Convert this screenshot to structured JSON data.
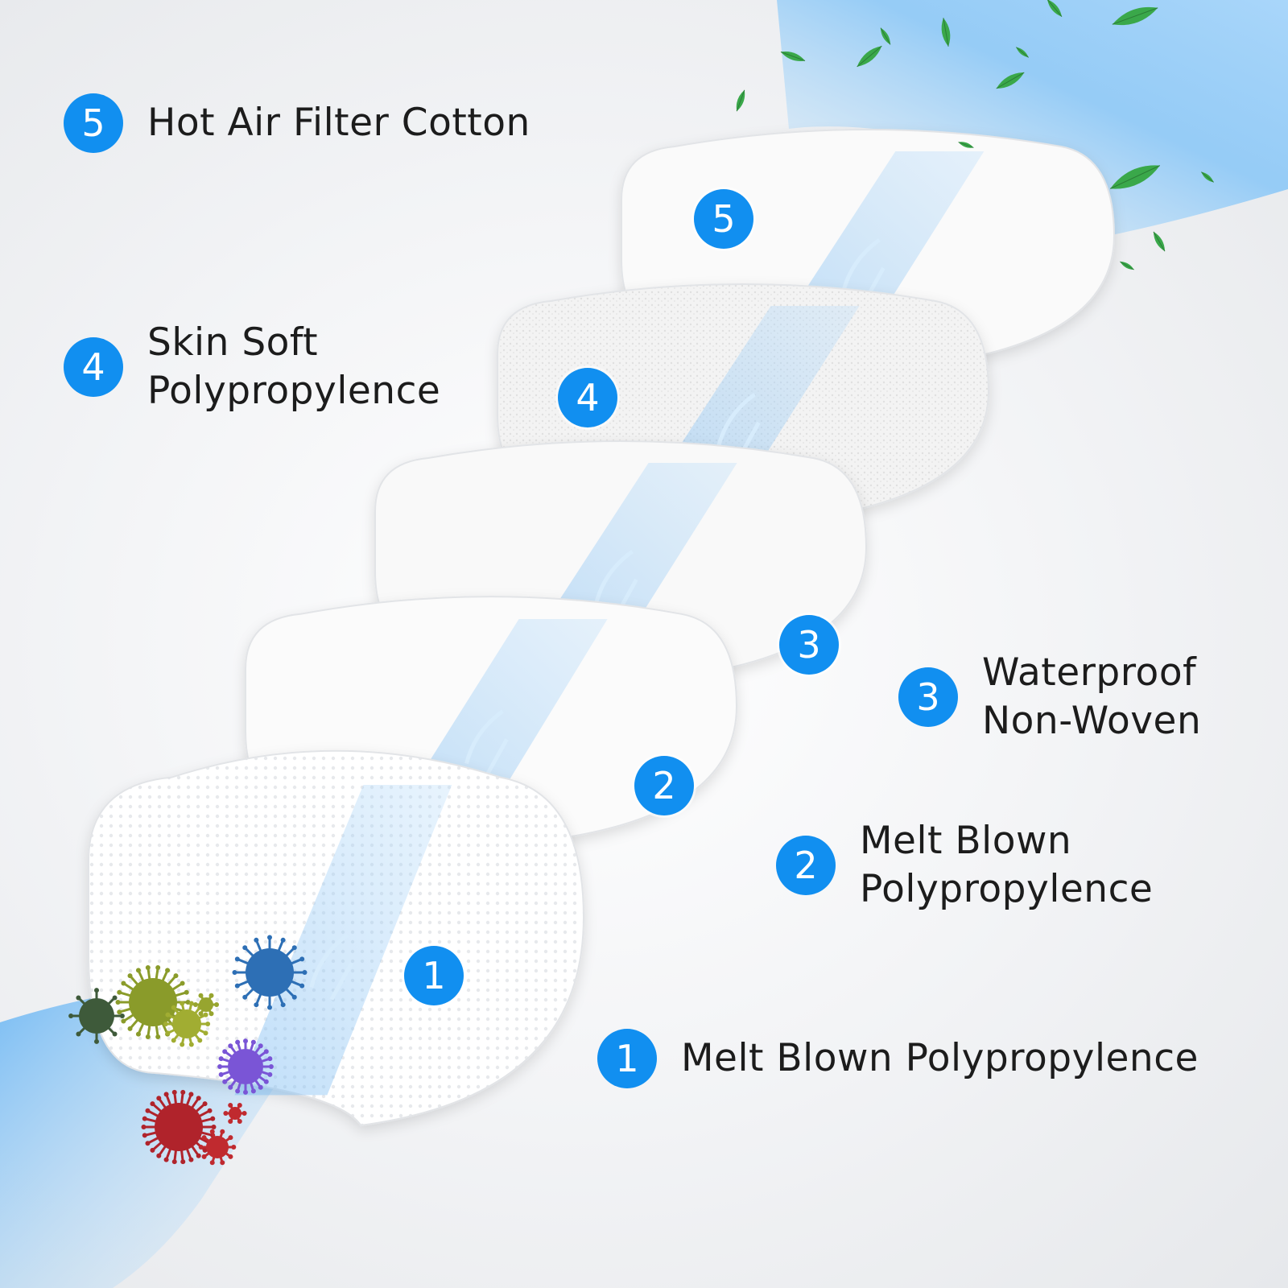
{
  "labels": [
    {
      "number": "5",
      "lines": [
        "Hot Air Filter Cotton"
      ]
    },
    {
      "number": "4",
      "lines": [
        "Skin Soft",
        "Polypropylence"
      ]
    },
    {
      "number": "3",
      "lines": [
        "Waterproof",
        "Non-Woven"
      ]
    },
    {
      "number": "2",
      "lines": [
        "Melt Blown",
        "Polypropylence"
      ]
    },
    {
      "number": "1",
      "lines": [
        "Melt Blown Polypropylence"
      ]
    }
  ],
  "panels": [
    "5",
    "4",
    "3",
    "2",
    "1"
  ],
  "colors": {
    "badge": "#118ff0",
    "airflow": "#8cc8f7",
    "leaf": "#3aa84a",
    "text": "#1c1c1c"
  },
  "icons": [
    "leaf-icon",
    "germ-icon",
    "airflow-arrow-icon"
  ]
}
